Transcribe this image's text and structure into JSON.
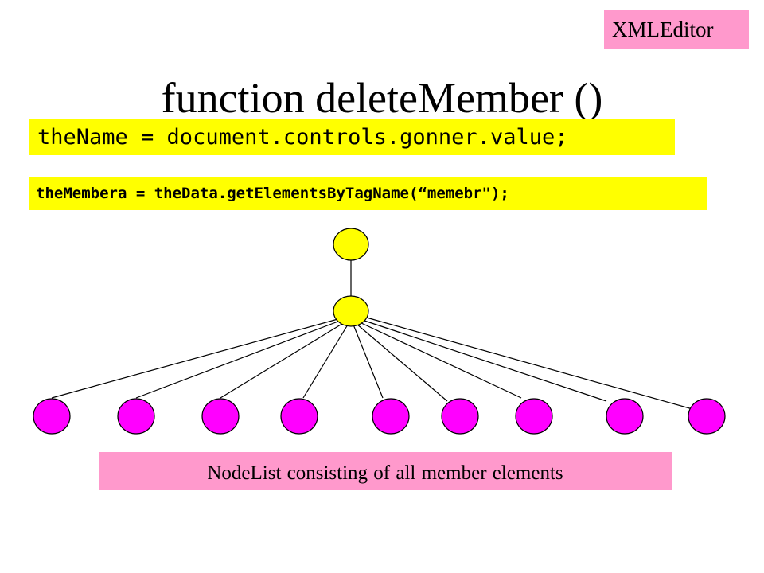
{
  "tag": "XMLEditor",
  "title": "function deleteMember ()",
  "code": {
    "line1": "theName = document.controls.gonner.value;",
    "line2": "theMembera = theData.getElementsByTagName(“memebr\");"
  },
  "caption": "NodeList consisting of all member elements",
  "colors": {
    "tag_bg": "#ff99cc",
    "code_bg": "#ffff00",
    "parent_node": "#ffff00",
    "child_node": "#ff00ff"
  },
  "tree": {
    "root_node_count": 1,
    "parent_node_count": 1,
    "child_node_count": 9
  }
}
